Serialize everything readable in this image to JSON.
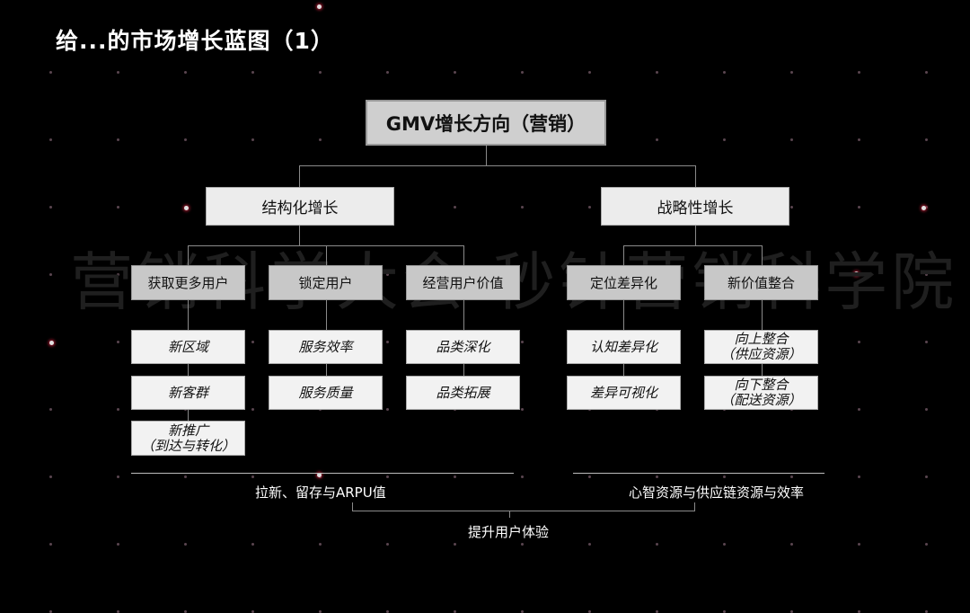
{
  "title": "给...的市场增长蓝图（1）",
  "watermark": "营销科学大会 秒针营销科学院",
  "tree": {
    "root": "GMV增长方向（营销）",
    "branches": [
      {
        "label": "结构化增长",
        "children": [
          {
            "label": "获取更多用户",
            "items": [
              "新区域",
              "新客群",
              "新推广\n（到达与转化）"
            ]
          },
          {
            "label": "锁定用户",
            "items": [
              "服务效率",
              "服务质量"
            ]
          },
          {
            "label": "经营用户价值",
            "items": [
              "品类深化",
              "品类拓展"
            ]
          }
        ],
        "summary": "拉新、留存与ARPU值"
      },
      {
        "label": "战略性增长",
        "children": [
          {
            "label": "定位差异化",
            "items": [
              "认知差异化",
              "差异可视化"
            ]
          },
          {
            "label": "新价值整合",
            "items": [
              "向上整合\n（供应资源）",
              "向下整合\n（配送资源）"
            ]
          }
        ],
        "summary": "心智资源与供应链资源与效率"
      }
    ],
    "conclusion": "提升用户体验"
  },
  "colors": {
    "background": "#000000",
    "root_box": "#cfcfcf",
    "level1_box": "#ececec",
    "level2_box": "#c8c8c8",
    "leaf_box": "#f2f2f2",
    "accent_dot": "#c0203a"
  }
}
